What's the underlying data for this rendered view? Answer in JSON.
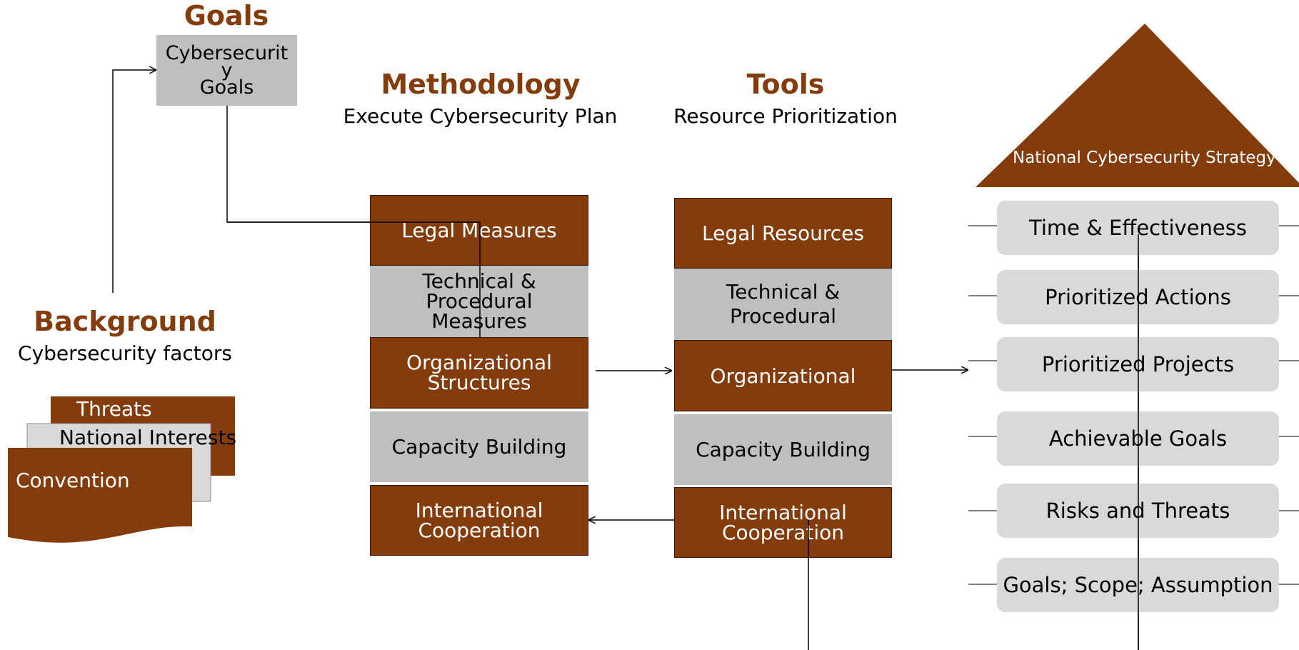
{
  "goals": {
    "title": "Goals",
    "box_label_line1": "Cybersecurit",
    "box_label_line2": "y",
    "box_label_line3": "Goals"
  },
  "methodology": {
    "title": "Methodology",
    "subtitle": "Execute Cybersecurity Plan",
    "items": [
      "Legal Measures",
      "Technical & Procedural Measures",
      "Organizational Structures",
      "Capacity Building",
      "International Cooperation"
    ]
  },
  "tools": {
    "title": "Tools",
    "subtitle": "Resource Prioritization",
    "items": [
      "Legal Resources",
      "Technical & Procedural",
      "Organizational",
      "Capacity Building",
      "International Cooperation"
    ]
  },
  "background": {
    "title": "Background",
    "subtitle": "Cybersecurity factors",
    "docs": [
      "Threats",
      "National Interests",
      "Convention"
    ]
  },
  "strategy": {
    "roof_label": "National Cybersecurity Strategy",
    "pillars": [
      "Time & Effectiveness",
      "Prioritized Actions",
      "Prioritized Projects",
      "Achievable Goals",
      "Risks and Threats",
      "Goals; Scope; Assumption"
    ]
  },
  "colors": {
    "accent": "#843c0c",
    "gray": "#bfbfbf",
    "light_gray": "#d9d9d9"
  }
}
